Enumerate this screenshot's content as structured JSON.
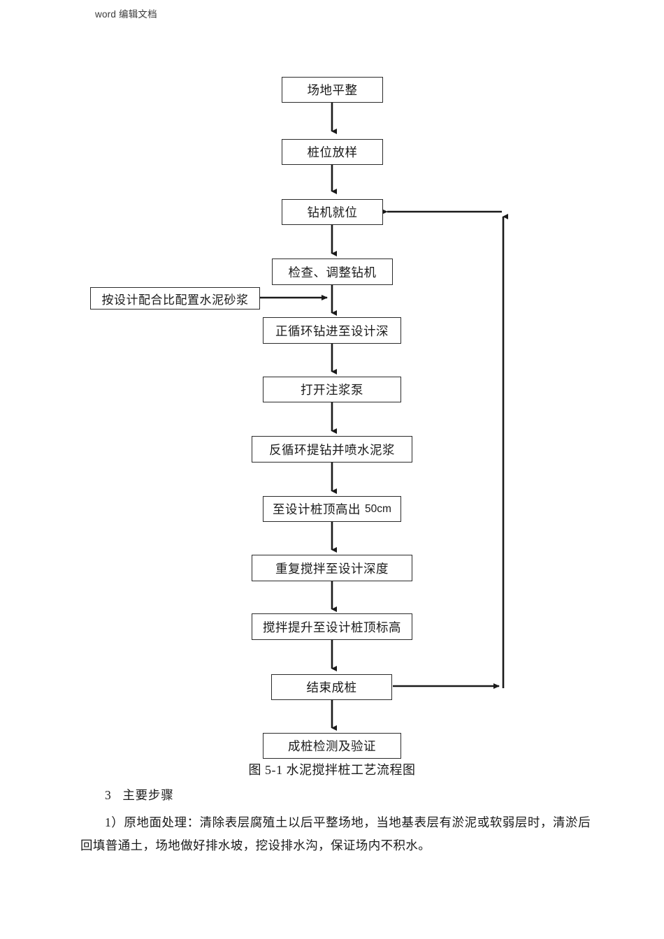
{
  "header": {
    "watermark_text": "word 编辑文档"
  },
  "flowchart": {
    "caption": "图 5-1 水泥搅拌桩工艺流程图",
    "nodes": [
      {
        "id": "n1",
        "label": "场地平整"
      },
      {
        "id": "n2",
        "label": "桩位放样"
      },
      {
        "id": "n3",
        "label": "钻机就位"
      },
      {
        "id": "n4",
        "label": "检查、调整钻机"
      },
      {
        "id": "n5",
        "label": "按设计配合比配置水泥砂浆"
      },
      {
        "id": "n6",
        "label": "正循环钻进至设计深"
      },
      {
        "id": "n7",
        "label": "打开注浆泵"
      },
      {
        "id": "n8",
        "label": "反循环提钻并喷水泥浆"
      },
      {
        "id": "n9a",
        "label": "至设计桩顶高出",
        "label_suffix": "50cm"
      },
      {
        "id": "n10",
        "label": "重复搅拌至设计深度"
      },
      {
        "id": "n11",
        "label": "搅拌提升至设计桩顶标高"
      },
      {
        "id": "n12",
        "label": "结束成桩"
      },
      {
        "id": "n13",
        "label": "成桩检测及验证"
      }
    ]
  },
  "body": {
    "section_number": "3",
    "section_title": "主要步骤",
    "paragraph_1": "1）原地面处理：清除表层腐殖土以后平整场地，当地基表层有淤泥或软弱层时，清淤后回填普通土，场地做好排水坡，挖设排水沟，保证场内不积水。"
  }
}
